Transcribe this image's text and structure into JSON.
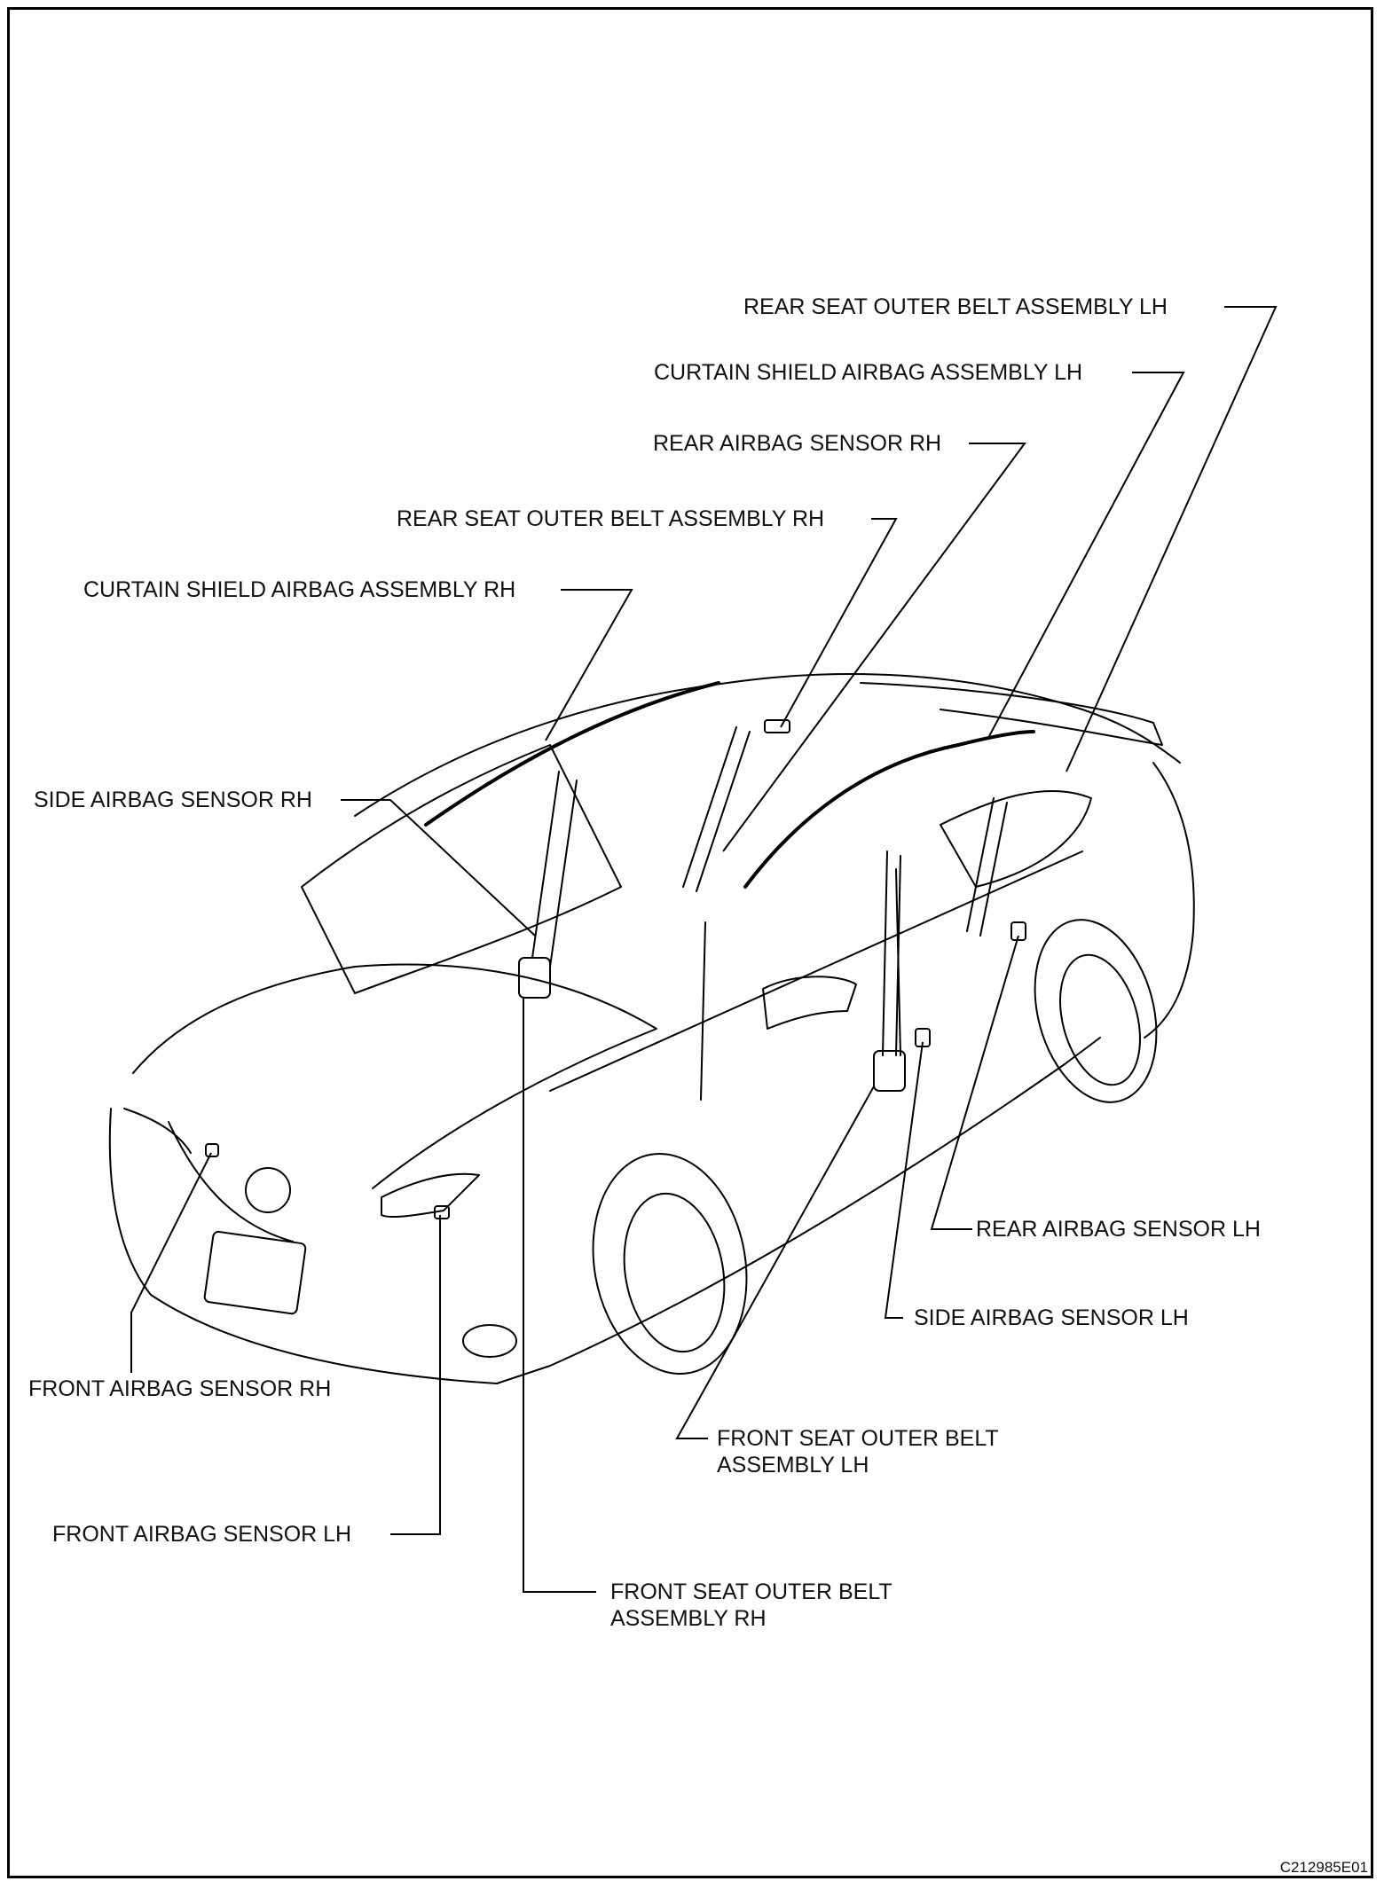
{
  "labels": {
    "rear_seat_outer_belt_lh": "REAR SEAT OUTER BELT ASSEMBLY LH",
    "curtain_shield_airbag_lh": "CURTAIN SHIELD AIRBAG ASSEMBLY LH",
    "rear_airbag_sensor_rh": "REAR AIRBAG SENSOR RH",
    "rear_seat_outer_belt_rh": "REAR SEAT OUTER BELT ASSEMBLY RH",
    "curtain_shield_airbag_rh": "CURTAIN SHIELD AIRBAG ASSEMBLY RH",
    "side_airbag_sensor_rh": "SIDE AIRBAG SENSOR RH",
    "rear_airbag_sensor_lh": "REAR AIRBAG SENSOR LH",
    "side_airbag_sensor_lh": "SIDE AIRBAG SENSOR LH",
    "front_airbag_sensor_rh": "FRONT AIRBAG SENSOR RH",
    "front_seat_outer_belt_lh": [
      "FRONT SEAT OUTER BELT",
      "ASSEMBLY LH"
    ],
    "front_airbag_sensor_lh": "FRONT AIRBAG SENSOR LH",
    "front_seat_outer_belt_rh": [
      "FRONT SEAT OUTER BELT",
      "ASSEMBLY RH"
    ]
  },
  "figure_code": "C212985E01"
}
